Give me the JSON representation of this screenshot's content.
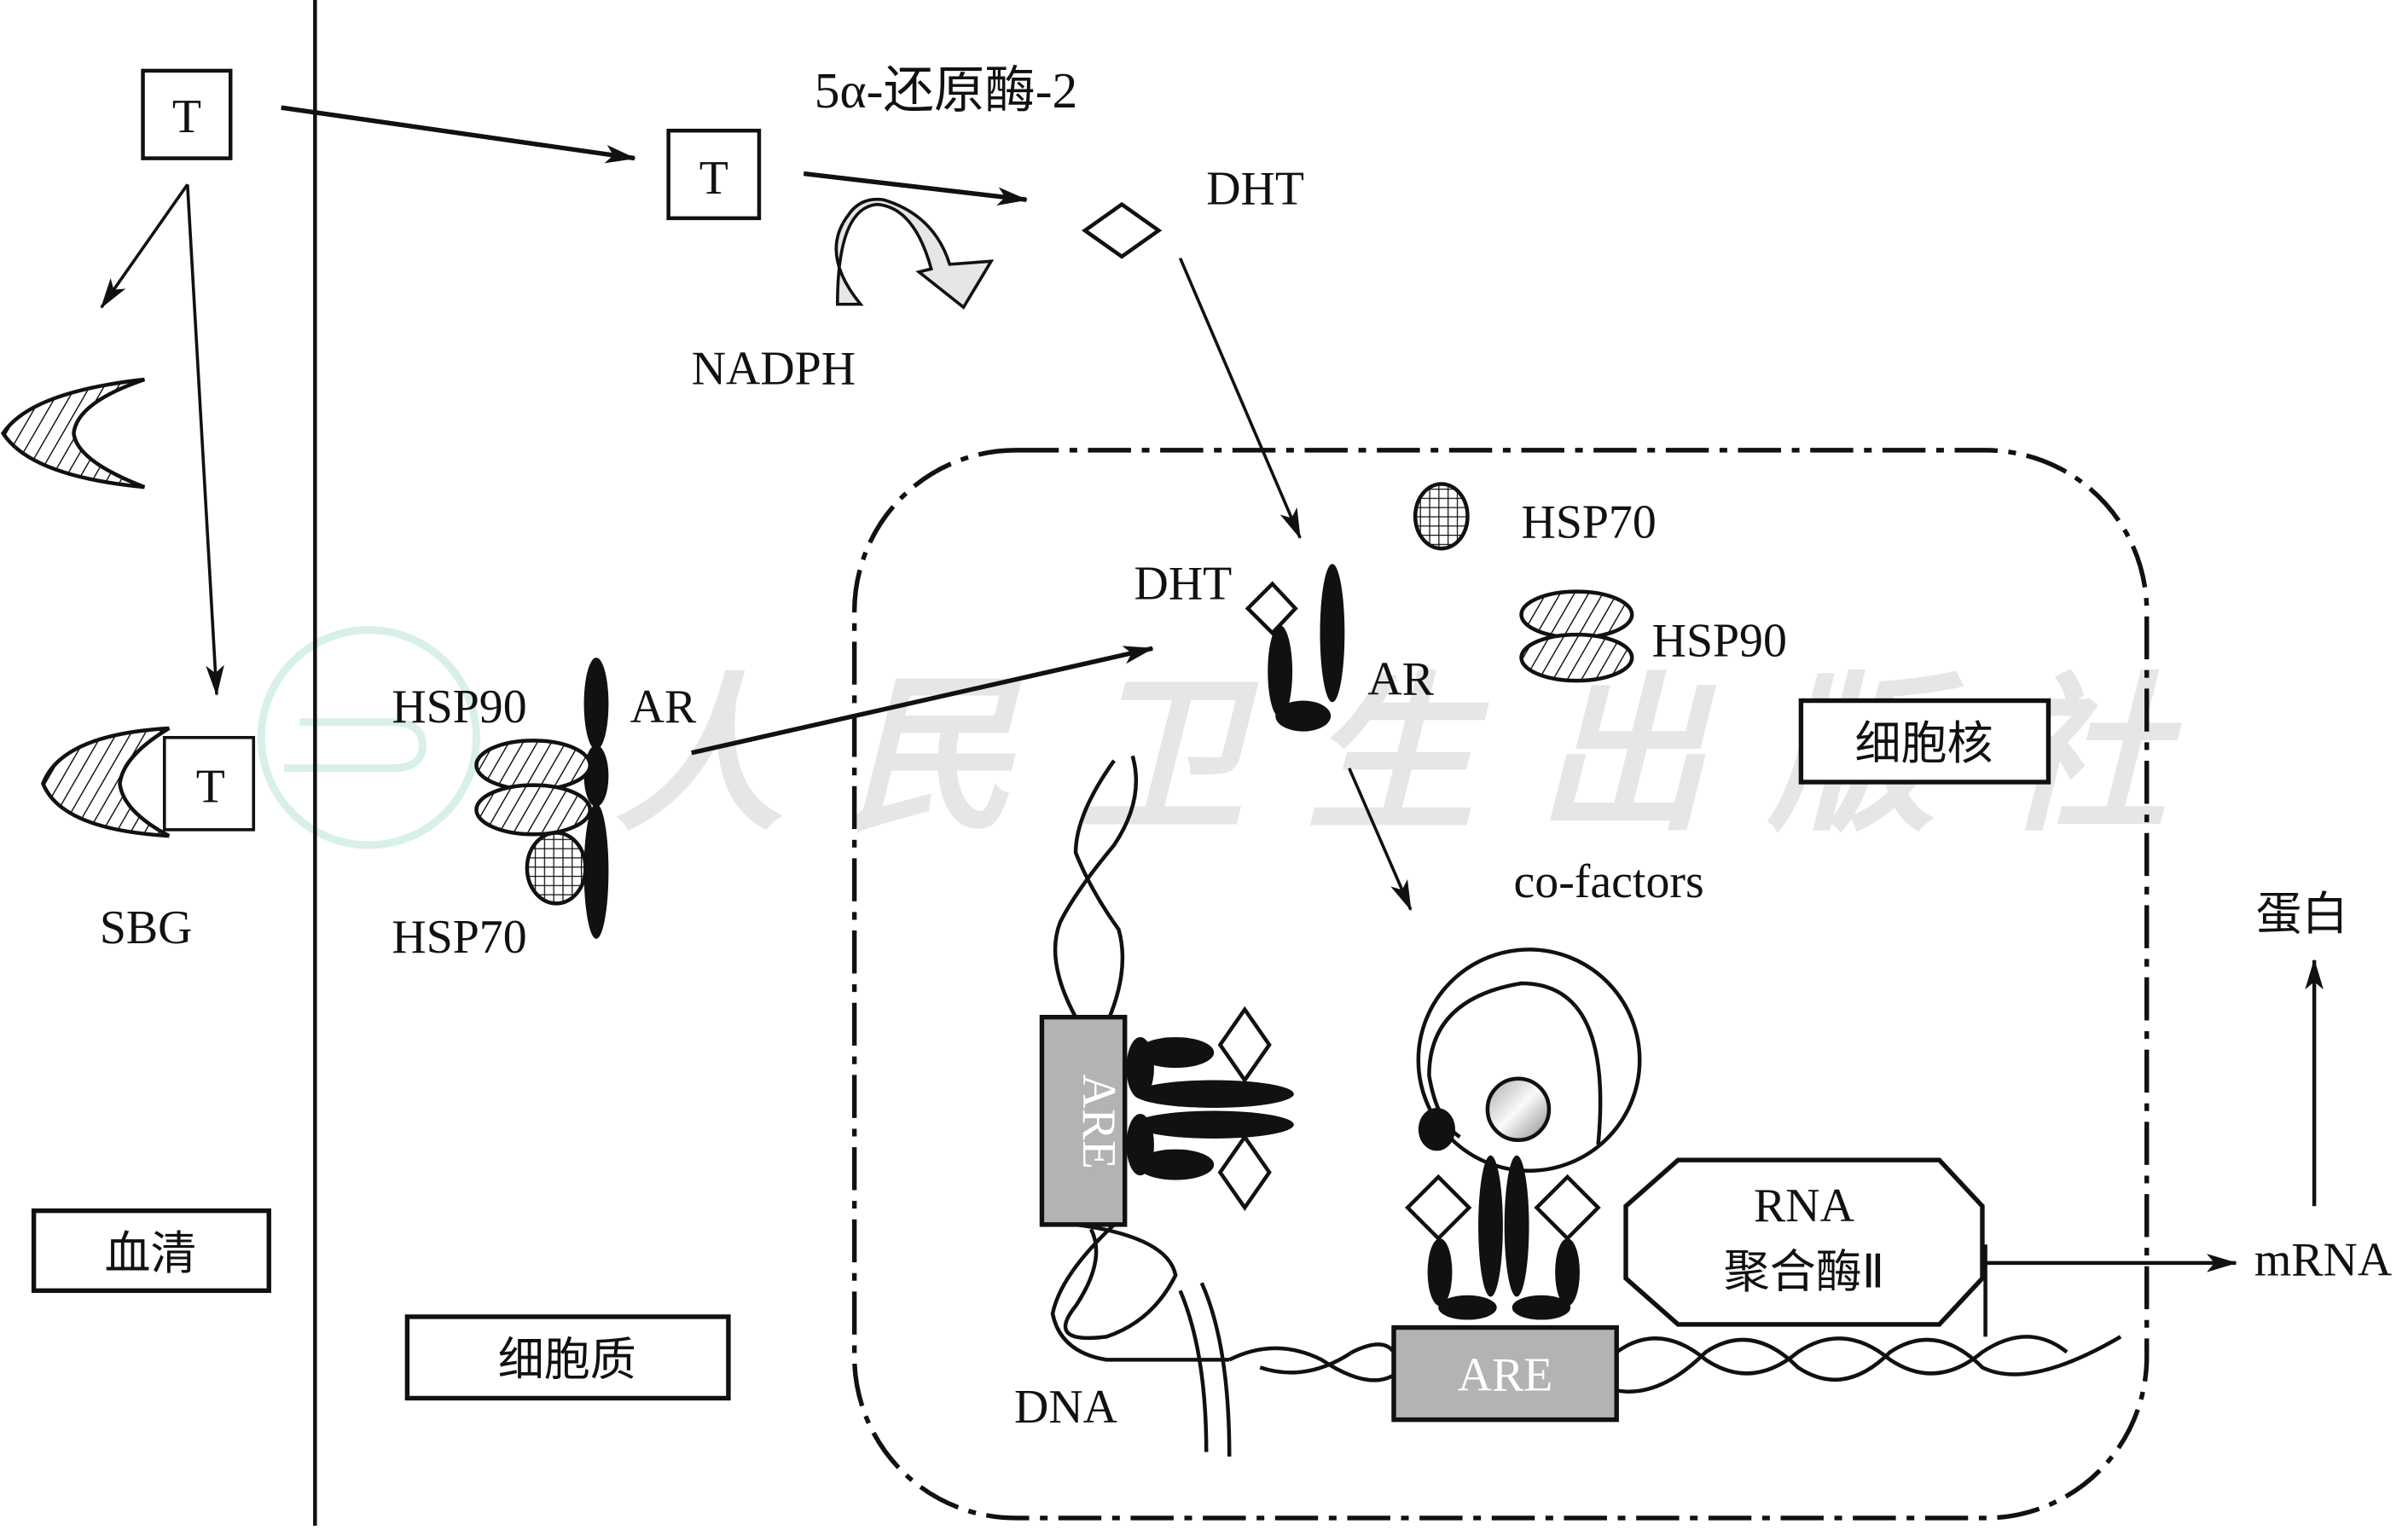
{
  "figure": {
    "title": "雄激素作用机制示意图",
    "compartments": {
      "serum": "血清",
      "cytoplasm": "细胞质",
      "nucleus": "细胞核"
    },
    "molecules": {
      "testosterone": "T",
      "dht": "DHT",
      "enzyme": "5α-还原酶-2",
      "cofactor_nadph": "NADPH",
      "binding_globulin": "SBG",
      "hsp90": "HSP90",
      "hsp70": "HSP70",
      "receptor": "AR",
      "cofactors": "co-factors",
      "response_element": "ARE",
      "dna": "DNA",
      "rna_pol_line1": "RNA",
      "rna_pol_line2": "聚合酶Ⅱ",
      "mrna": "mRNA",
      "protein": "蛋白"
    },
    "watermark": "人民卫生出版社",
    "colors": {
      "ink": "#111111",
      "are_fill": "#b3b3b3",
      "nadph_arrow_fill": "#e6e6e6",
      "watermark": "#e3e3e3",
      "logo": "#d9efeb"
    }
  }
}
